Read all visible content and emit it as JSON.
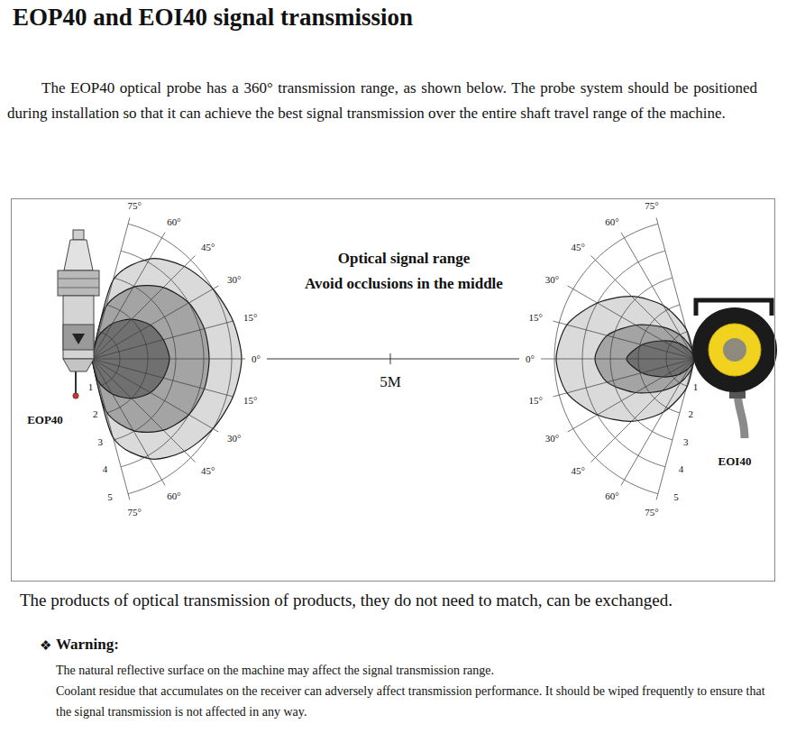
{
  "diagram": {
    "title": "EOP40 and EOI40 signal transmission",
    "nodes": [
      {
        "text": [
          "Optical signal range",
          "Avoid occlusions in the middle"
        ]
      }
    ],
    "labels": [
      "The EOP40 optical probe has a 360° transmission range, as shown below. The probe system should be positioned during installation so that it can achieve the best signal transmission over the entire shaft travel range of the machine.",
      "75°",
      "60°",
      "45°",
      "30°",
      "15°",
      "0°",
      "15°",
      "30°",
      "45°",
      "60°",
      "75°",
      "1",
      "2",
      "3",
      "4",
      "5",
      "EOP40",
      "5M",
      "75°",
      "60°",
      "45°",
      "30°",
      "15°",
      "0°",
      "15°",
      "30°",
      "45°",
      "60°",
      "75°",
      "1",
      "2",
      "3",
      "4",
      "5",
      "EOI40",
      "The products of optical transmission of products, they do not need to match, can be exchanged.",
      "❖",
      "Warning:",
      "The natural reflective surface on the machine may affect the signal transmission range.",
      "Coolant residue that accumulates on the receiver can adversely affect transmission performance. It should be wiped frequently to ensure that the signal transmission is not affected in any way."
    ]
  }
}
